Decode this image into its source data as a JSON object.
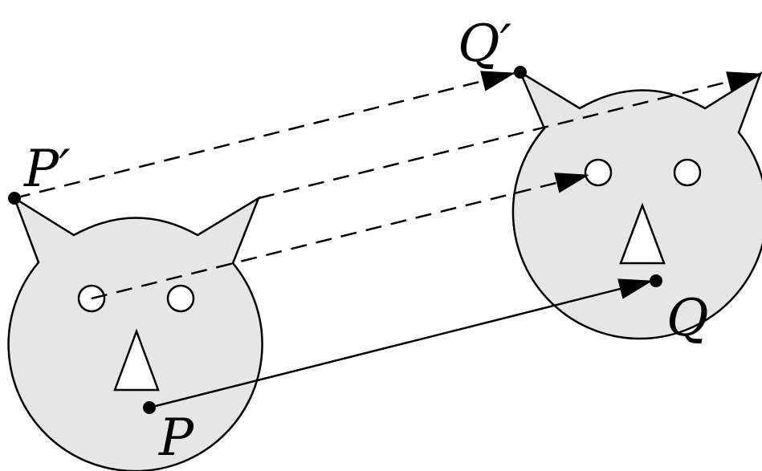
{
  "figure": {
    "description_labels": {
      "p": "P",
      "p_prime": "P′",
      "q": "Q",
      "q_prime": "Q′"
    },
    "colors": {
      "face_fill": "#e6e6e6",
      "stroke": "#000000",
      "background": "#ffffff"
    },
    "objects": [
      {
        "name": "original-cat-face"
      },
      {
        "name": "translated-cat-face"
      }
    ],
    "vectors": [
      {
        "from": "P",
        "to": "Q",
        "style": "solid"
      },
      {
        "from": "P′",
        "to": "Q′",
        "style": "dashed"
      },
      {
        "from": "left-eye",
        "to": "left-eye-image",
        "style": "dashed"
      },
      {
        "from": "right-ear-tip",
        "to": "right-ear-tip-image",
        "style": "dashed"
      }
    ]
  }
}
